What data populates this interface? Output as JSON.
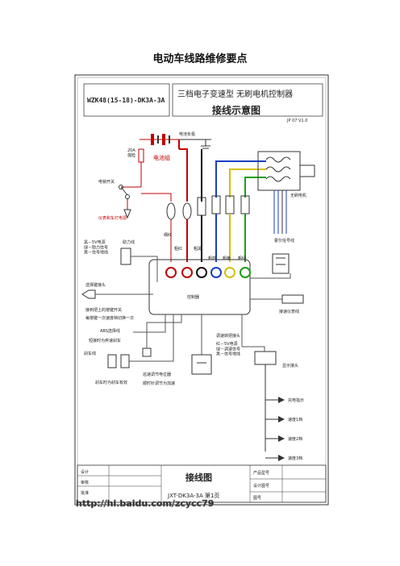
{
  "document": {
    "title": "电动车线路维修要点"
  },
  "diagram": {
    "model_code": "WZK48(15-18)-DK3A-3A",
    "heading_line1": "三档电子变速型  无刷电机控制器",
    "heading_line2": "接线示意图",
    "version": "JP 07 V1.0",
    "labels": {
      "battery_minus": "电池负极",
      "fuse": "20A\n保险",
      "battery_pack": "电池组",
      "key_switch": "电锁开关",
      "meter_lamp_power": "仪表和车灯电源",
      "thin_red": "细红",
      "thick_red": "粗红",
      "thick_black": "粗黑",
      "blue_1": "粗蓝",
      "yellow_1": "粗黄",
      "green_1": "粗绿",
      "motor": "无刷电机",
      "hall_signal": "霍尔信号线",
      "throttle_desc": "黑－5V电源\n绿－助力信号\n黑－信号地线",
      "assist_line": "助力线",
      "mode_plug": "选择键接头",
      "handlebar_key": "接到把上的按键开关",
      "press_cycle": "每按键一次速度档切换一次",
      "abs_line": "ABS选择线",
      "abs_note": "短接时为弃速刹车",
      "brake_line": "刹车线",
      "brake_note": "刹车时为刹车有效",
      "speed_adjust": "巡速调节电位器",
      "speed_note": "顺时针调节为加速",
      "speed_plug": "调速转把接头",
      "speed_desc": "红－5V电源\n绿－调速信号\n黑－信号地线",
      "tachometer": "接速仪表线",
      "indicator_plug": "显示接头",
      "charge_indicator": "充电指示",
      "led_1": "速度1档",
      "led_2": "速度2档",
      "led_3": "速度3档",
      "controller": "控制器"
    },
    "title_block": {
      "design": "设计",
      "check": "审核",
      "approve": "批准",
      "big_title": "接线图",
      "product_model": "产品型号",
      "design_number": "设计图号",
      "drawing_number": "图号",
      "drawing_value": "JXT-DK3A-3A 第1页",
      "watermark": "http://hi.baidu.com/zcycc79"
    }
  }
}
